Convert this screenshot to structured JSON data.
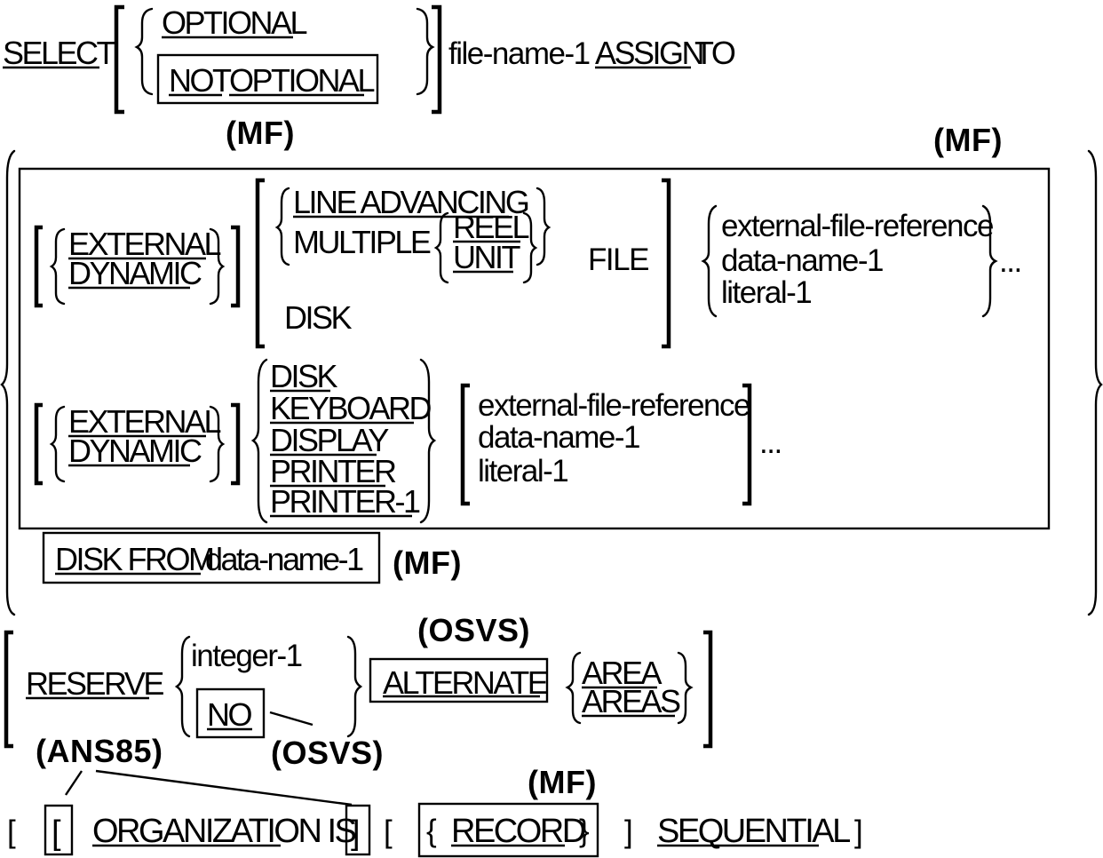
{
  "select_clause": {
    "select": "SELECT",
    "optional": "OPTIONAL",
    "not": "NOT",
    "not_optional": "OPTIONAL",
    "file_name": "file-name-1",
    "assign": "ASSIGN",
    "to": "TO"
  },
  "dialect_tags": {
    "mf": "(MF)",
    "osvs": "(OSVS)",
    "ans85": "(ANS85)"
  },
  "assign_block": {
    "external": "EXTERNAL",
    "dynamic": "DYNAMIC",
    "line_advancing": "LINE ADVANCING",
    "multiple": "MULTIPLE",
    "reel": "REEL",
    "unit": "UNIT",
    "file": "FILE",
    "disk": "DISK",
    "external_file_reference": "external-file-reference",
    "data_name": "data-name-1",
    "literal": "literal-1",
    "ellipsis": "...",
    "devices": [
      "DISK",
      "KEYBOARD",
      "DISPLAY",
      "PRINTER",
      "PRINTER-1"
    ],
    "disk_from": "DISK FROM",
    "disk_from_name": "data-name-1"
  },
  "reserve_clause": {
    "reserve": "RESERVE",
    "integer": "integer-1",
    "no": "NO",
    "alternate": "ALTERNATE",
    "area": "AREA",
    "areas": "AREAS"
  },
  "organization_clause": {
    "open_bracket": "[",
    "close_bracket": "]",
    "organization_is": "ORGANIZATION IS",
    "record": "RECORD",
    "sequential": "SEQUENTIAL"
  }
}
